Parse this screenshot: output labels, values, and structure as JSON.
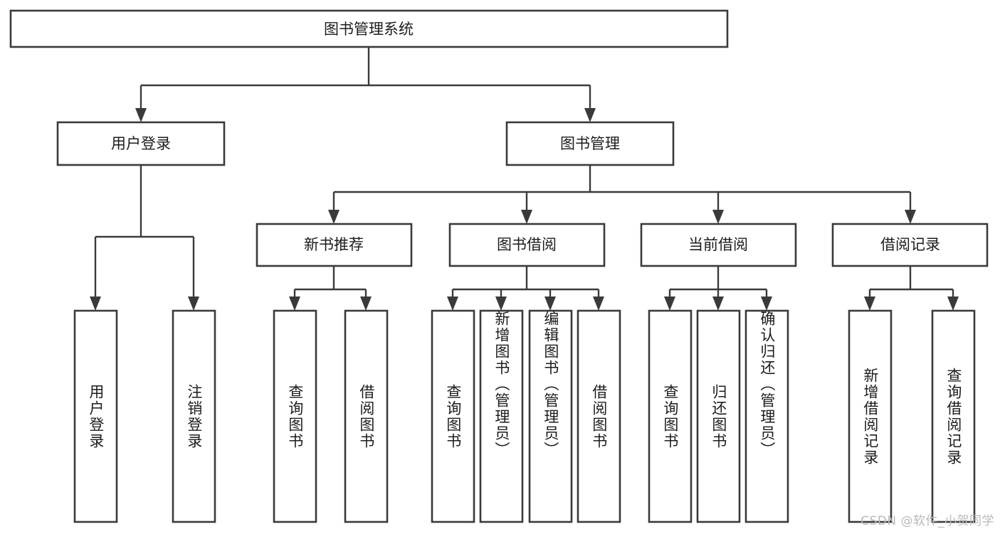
{
  "diagram": {
    "title": "图书管理系统",
    "type": "hierarchy-tree",
    "watermark": "CSDN @软件_小贺同学",
    "colors": {
      "stroke": "#3a3a3a",
      "fill": "#ffffff",
      "text": "#1c1c1c",
      "watermark": "#b9b9b9"
    },
    "levels": {
      "root": {
        "label": "图书管理系统"
      },
      "level2": [
        {
          "label": "用户登录"
        },
        {
          "label": "图书管理"
        }
      ],
      "level3": [
        {
          "label": "新书推荐"
        },
        {
          "label": "图书借阅"
        },
        {
          "label": "当前借阅"
        },
        {
          "label": "借阅记录"
        }
      ]
    },
    "leaves": {
      "user_login": [
        {
          "label": "用户登录"
        },
        {
          "label": "注销登录"
        }
      ],
      "new_book_recommend": [
        {
          "label": "查询图书"
        },
        {
          "label": "借阅图书"
        }
      ],
      "book_borrow": [
        {
          "label": "查询图书"
        },
        {
          "label": "新增图书（管理员）"
        },
        {
          "label": "编辑图书（管理员）"
        },
        {
          "label": "借阅图书"
        }
      ],
      "current_borrow": [
        {
          "label": "查询图书"
        },
        {
          "label": "归还图书"
        },
        {
          "label": "确认归还（管理员）"
        }
      ],
      "borrow_record": [
        {
          "label": "新增借阅记录"
        },
        {
          "label": "查询借阅记录"
        }
      ]
    }
  }
}
